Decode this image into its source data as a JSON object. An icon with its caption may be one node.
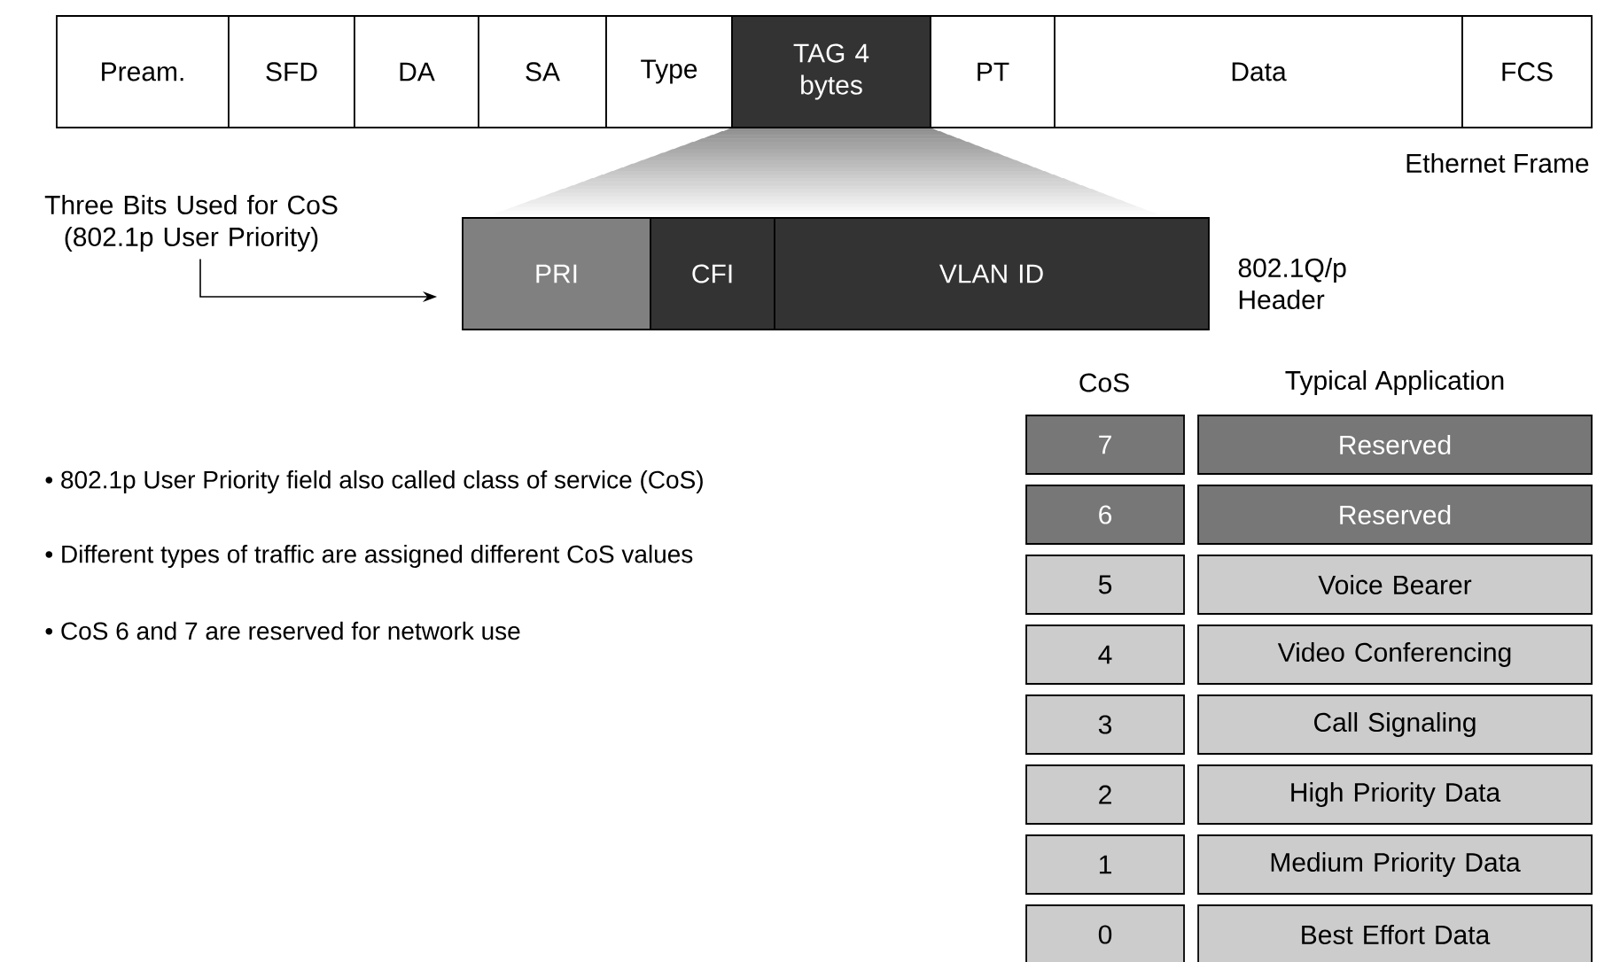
{
  "diagram": {
    "nodes": [
      {
        "text": [
          "Pream."
        ]
      },
      {
        "text": [
          "SFD"
        ]
      },
      {
        "text": [
          "DA"
        ]
      },
      {
        "text": [
          "SA"
        ]
      },
      {
        "text": [
          "Type"
        ]
      },
      {
        "text": [
          "TAG 4 bytes"
        ]
      },
      {
        "text": [
          "PT"
        ]
      },
      {
        "text": [
          "Data"
        ]
      },
      {
        "text": [
          "FCS"
        ]
      },
      {
        "text": [
          "Three Bits Used for CoS (802.1p User Priority)"
        ]
      },
      {
        "text": [
          "PRI"
        ]
      },
      {
        "text": [
          "CFI"
        ]
      },
      {
        "text": [
          "VLAN ID"
        ]
      },
      {
        "text": [
          "7"
        ]
      },
      {
        "text": [
          "Reserved"
        ]
      },
      {
        "text": [
          "6"
        ]
      },
      {
        "text": [
          "Reserved"
        ]
      },
      {
        "text": [
          "5"
        ]
      },
      {
        "text": [
          "Voice Bearer"
        ]
      },
      {
        "text": [
          "4"
        ]
      },
      {
        "text": [
          "Video Conferencing"
        ]
      },
      {
        "text": [
          "3"
        ]
      },
      {
        "text": [
          "Call Signaling"
        ]
      },
      {
        "text": [
          "2"
        ]
      },
      {
        "text": [
          "High Priority Data"
        ]
      },
      {
        "text": [
          "1"
        ]
      },
      {
        "text": [
          "Medium Priority Data"
        ]
      },
      {
        "text": [
          "0"
        ]
      },
      {
        "text": [
          "Best Effort Data"
        ]
      }
    ],
    "edges": [
      {
        "from": 9,
        "to": 10,
        "arrow": "to"
      }
    ],
    "labels": [
      "Ethernet Frame",
      "802.1Q/p Header",
      "CoS",
      "Typical Application",
      "• 802.1p User Priority field also called class of service (CoS)",
      "• Different types of traffic are assigned different CoS values",
      "• CoS 6 and 7 are reserved for network use"
    ]
  }
}
